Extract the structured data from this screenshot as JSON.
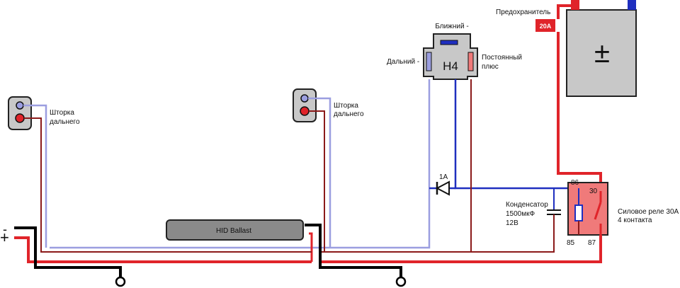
{
  "labels": {
    "fuse": "Предохранитель",
    "fuse_rating": "20A",
    "battery_symbol": "±",
    "low_beam": "Ближний -",
    "high_beam": "Дальний -",
    "constant_plus_line1": "Постоянный",
    "constant_plus_line2": "плюс",
    "bulb_type": "H4",
    "shutter_left_line1": "Шторка",
    "shutter_left_line2": "дальнего",
    "shutter_mid_line1": "Шторка",
    "shutter_mid_line2": "дальнего",
    "diode_rating": "1A",
    "capacitor_line1": "Конденсатор",
    "capacitor_line2": "1500мкФ",
    "capacitor_line3": "12В",
    "relay_line1": "Силовое реле 30А",
    "relay_line2": "4 контакта",
    "pin_86": "86",
    "pin_30": "30",
    "pin_85": "85",
    "pin_87": "87",
    "ballast": "HID Ballast",
    "terminal_plus": "+",
    "terminal_minus": "-"
  },
  "colors": {
    "positive_wire": "#e0242a",
    "ground_wire": "#000000",
    "signal_blue": "#1f2fbf",
    "signal_lightblue": "#9b9ee0",
    "shutter_red": "#8b1a1a",
    "battery_fill": "#c8c8c8",
    "relay_fill": "#f07a7a",
    "ballast_fill": "#8a8a8a"
  }
}
